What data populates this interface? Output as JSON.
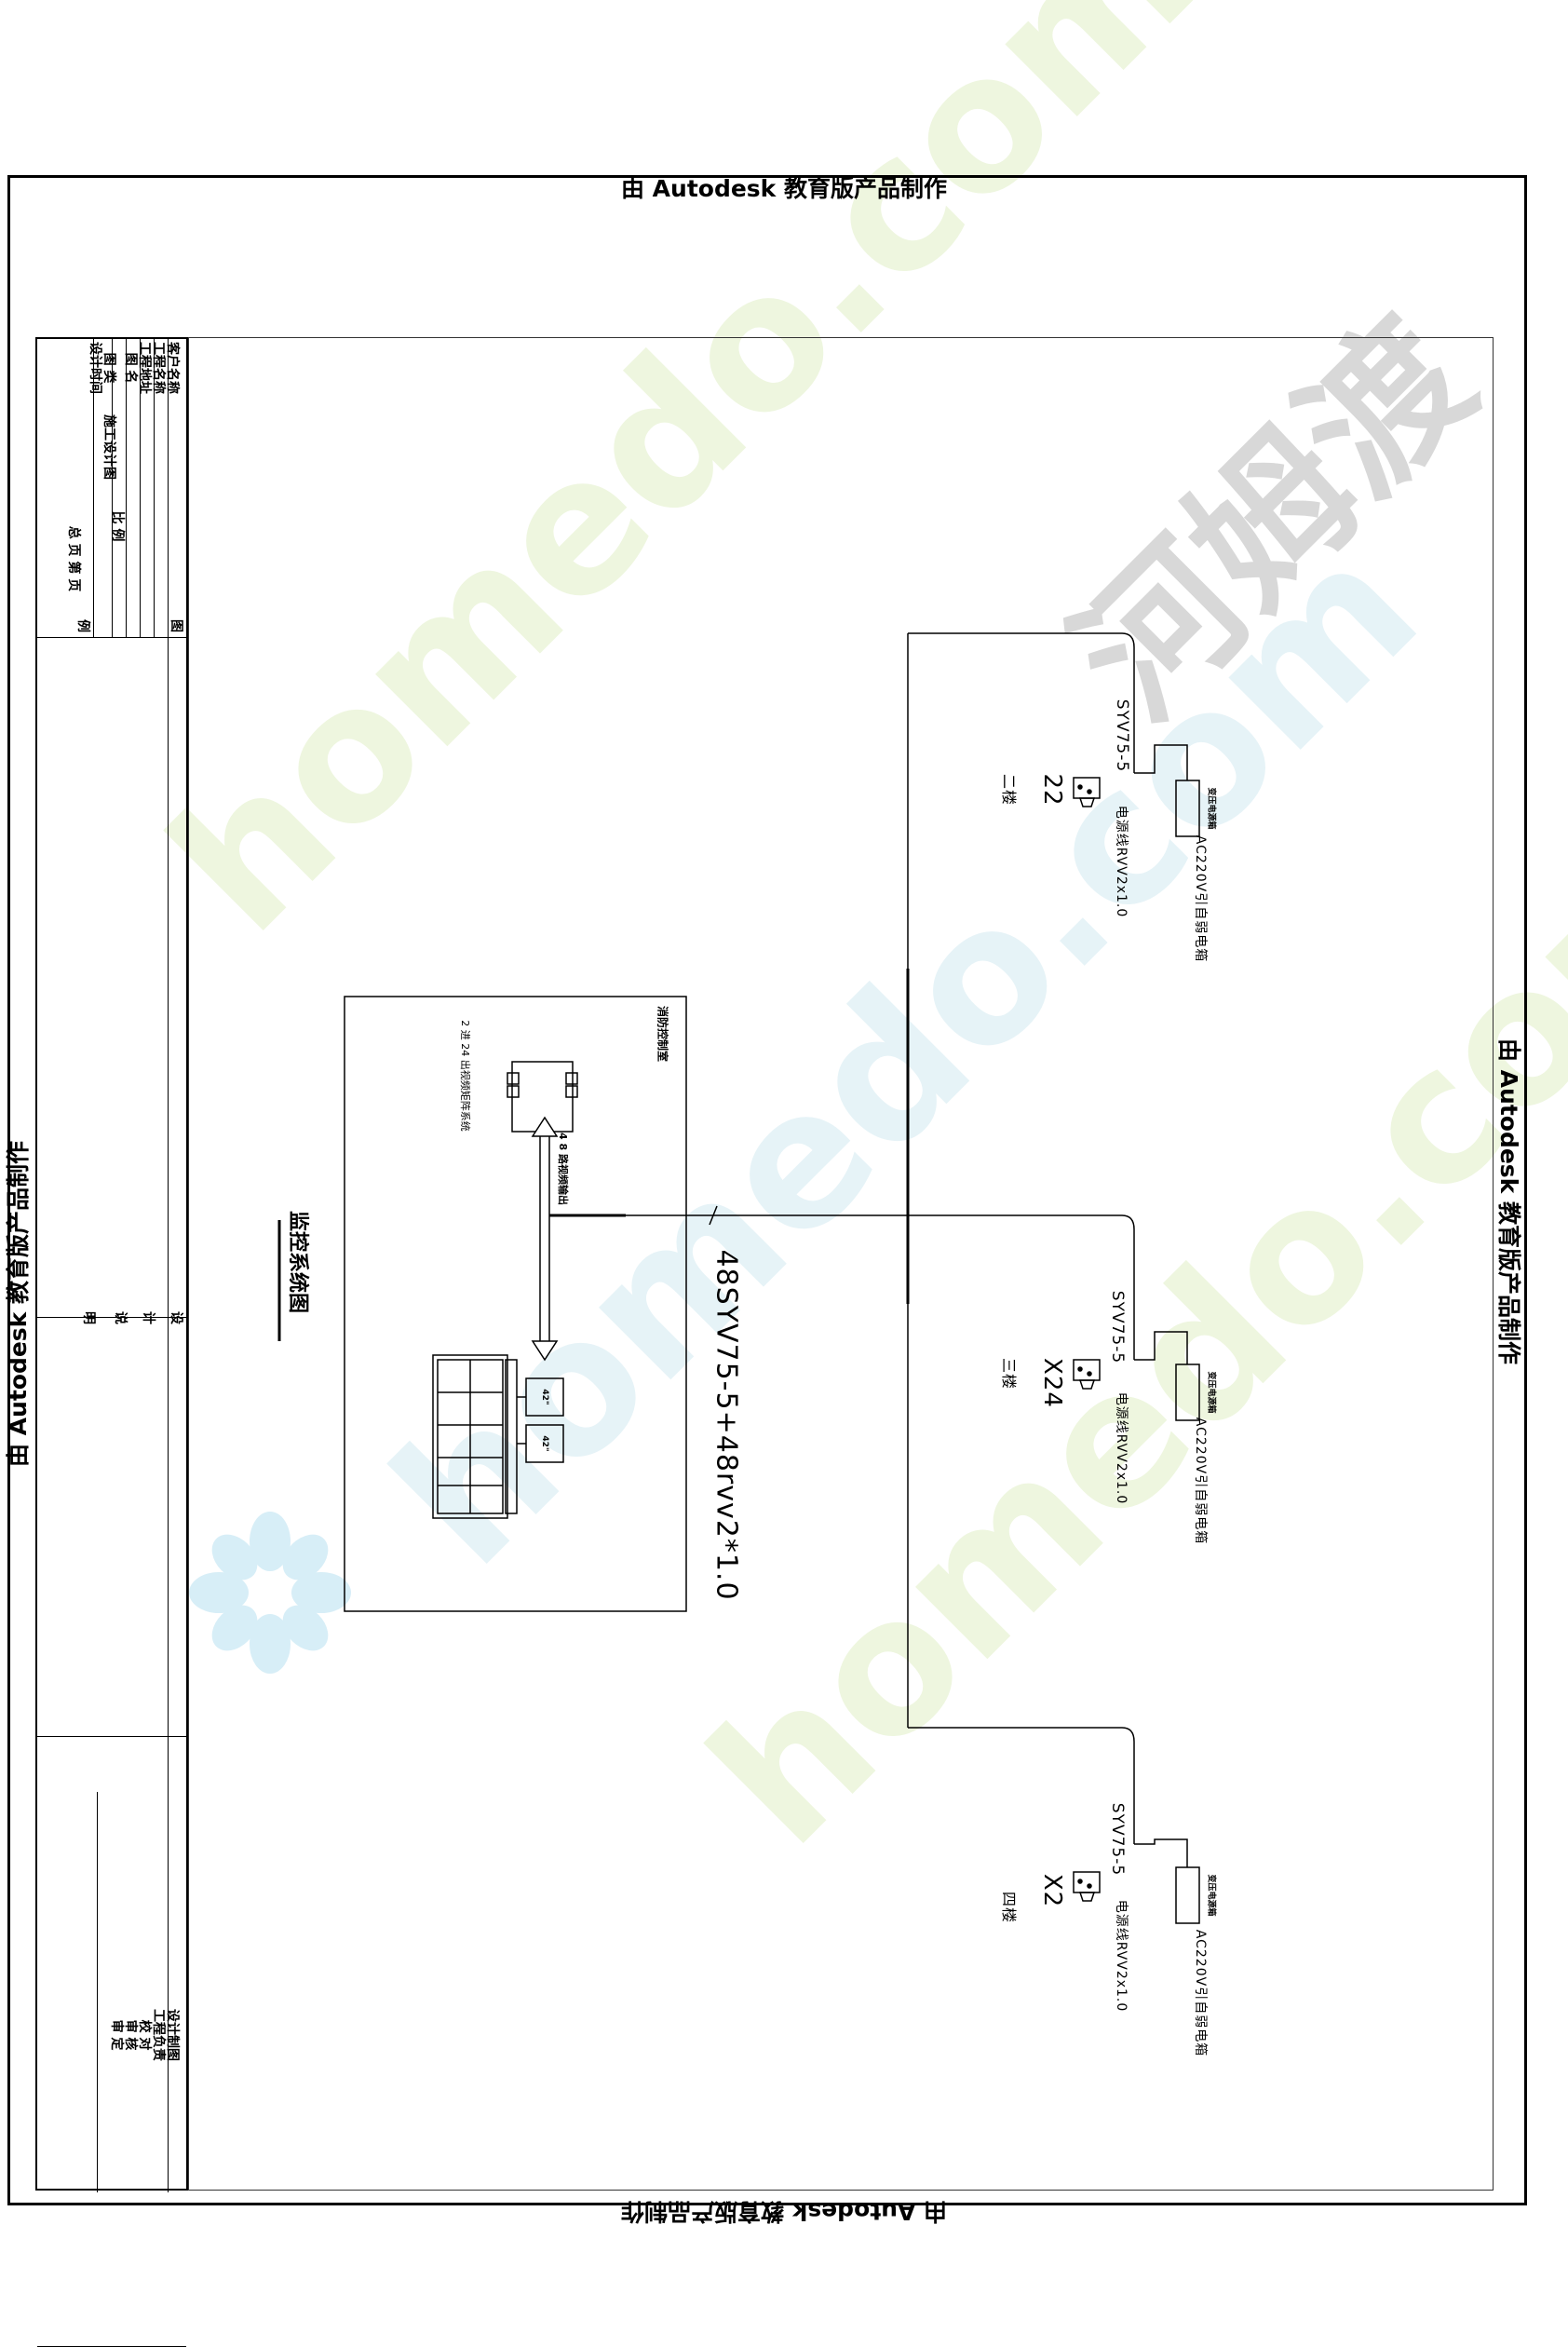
{
  "edu_stamp": "由 Autodesk 教育版产品制作",
  "watermarks": [
    "homedo.com",
    "homedo.com",
    "homedo.com",
    "河姆渡"
  ],
  "title_block": {
    "top_rows": [
      "客户名称",
      "工程名称",
      "工程地址",
      "图    名",
      "图    类",
      "设计时间"
    ],
    "drawing_type": "施工设计图",
    "scale_label": "比    例",
    "pages_label": "总    页    第    页",
    "col_labels": [
      "图",
      "例"
    ],
    "notes_labels": [
      "设",
      "计",
      "说",
      "明"
    ],
    "sign_rows": [
      "设计制图",
      "工程负责",
      "校    对",
      "审    核",
      "审    定"
    ]
  },
  "diagram": {
    "title": "监控系统图",
    "control_room_label": "消防控制室",
    "matrix_label": "2 进 24 出视频矩阵系统",
    "output_label": "4 8 路视频输出",
    "main_cable": "48SYV75-5+48rvv2*1.0",
    "floors": [
      {
        "name": "二楼",
        "count": "22",
        "coax": "SYV75-5",
        "power_cable": "电源线RVV2x1.0",
        "power_box": "变压电源箱",
        "power_label": "AC220V引自弱电箱"
      },
      {
        "name": "三楼",
        "count": "X24",
        "coax": "SYV75-5",
        "power_cable": "电源线RVV2x1.0",
        "power_box": "变压电源箱",
        "power_label": "AC220V引自弱电箱"
      },
      {
        "name": "四楼",
        "count": "X2",
        "coax": "SYV75-5",
        "power_cable": "电源线RVV2x1.0",
        "power_box": "变压电源箱",
        "power_label": "AC220V引自弱电箱"
      }
    ],
    "monitor_label": "42\""
  },
  "colors": {
    "line": "#000000",
    "wm_green": "#eef6df",
    "wm_blue": "#dff0f7",
    "wm_gray": "#d4d4d4"
  }
}
